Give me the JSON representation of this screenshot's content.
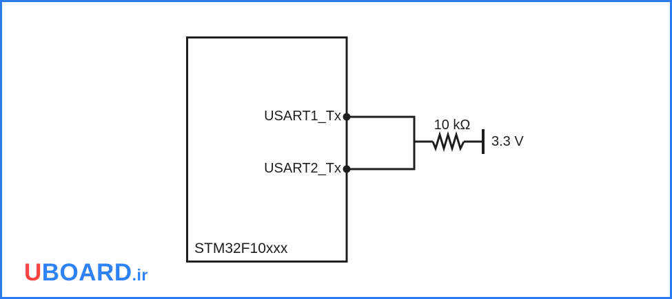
{
  "diagram": {
    "chip_label": "STM32F10xxx",
    "pins": [
      {
        "label": "USART1_Tx"
      },
      {
        "label": "USART2_Tx"
      }
    ],
    "resistor_label": "10 kΩ",
    "supply_label": "3.3 V"
  },
  "logo": {
    "u": "U",
    "board": "BOARD",
    "suffix": ".ir"
  },
  "colors": {
    "frame_blue": "#2b7cf4",
    "ink": "#1d1d1f",
    "logo_red": "#fb4341",
    "logo_blue": "#2e82f6"
  }
}
